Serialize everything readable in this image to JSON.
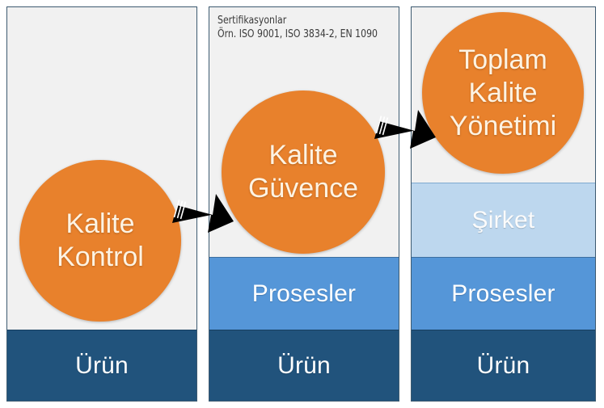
{
  "diagram": {
    "title": "Kalite Yonetimi Gelisim Diyagrami",
    "colors": {
      "circle": "#e8812c",
      "circle_text": "#fdf3e3",
      "product_band": "#21537c",
      "process_band": "#5596d8",
      "company_band": "#bdd7ee",
      "panel_bg": "#f1f1f1",
      "panel_border": "#3d5a70",
      "arrow": "#000000"
    },
    "panels": [
      {
        "id": "panel-1",
        "circle_label_lines": [
          "Kalite",
          "Kontrol"
        ],
        "bands": [
          {
            "key": "product",
            "label": "Ürün"
          }
        ],
        "note_lines": []
      },
      {
        "id": "panel-2",
        "circle_label_lines": [
          "Kalite",
          "Güvence"
        ],
        "bands": [
          {
            "key": "process",
            "label": "Prosesler"
          },
          {
            "key": "product",
            "label": "Ürün"
          }
        ],
        "note_lines": [
          "Sertifikasyonlar",
          "Örn. ISO 9001, ISO 3834-2, EN 1090"
        ]
      },
      {
        "id": "panel-3",
        "circle_label_lines": [
          "Toplam",
          "Kalite",
          "Yönetimi"
        ],
        "bands": [
          {
            "key": "company",
            "label": "Şirket"
          },
          {
            "key": "process",
            "label": "Prosesler"
          },
          {
            "key": "product",
            "label": "Ürün"
          }
        ],
        "note_lines": []
      }
    ],
    "arrows": [
      {
        "id": "arrow-1",
        "from": "panel-1",
        "to": "panel-2",
        "direction": "up-right"
      },
      {
        "id": "arrow-2",
        "from": "panel-2",
        "to": "panel-3",
        "direction": "up-right"
      }
    ]
  }
}
